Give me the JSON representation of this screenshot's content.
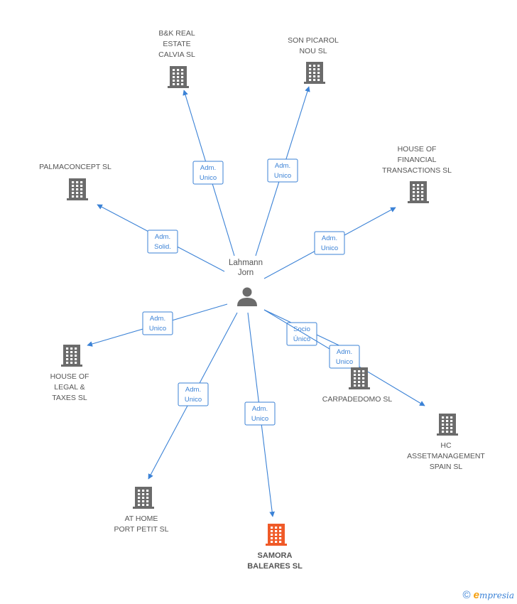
{
  "center": {
    "id": "lahmann",
    "label_lines": [
      "Lahmann",
      "Jorn"
    ]
  },
  "colors": {
    "edge": "#3b82d6",
    "building": "#6b6b6b",
    "building_highlight": "#f05a28",
    "label": "#555555"
  },
  "nodes": [
    {
      "id": "bk-real-estate",
      "label_lines": [
        "B&K REAL",
        "ESTATE",
        "CALVIA  SL"
      ],
      "highlight": false
    },
    {
      "id": "son-picarol",
      "label_lines": [
        "SON PICAROL",
        "NOU SL"
      ],
      "highlight": false
    },
    {
      "id": "palmaconcept",
      "label_lines": [
        "PALMACONCEPT SL"
      ],
      "highlight": false
    },
    {
      "id": "house-financial",
      "label_lines": [
        "HOUSE OF",
        "FINANCIAL",
        "TRANSACTIONS SL"
      ],
      "highlight": false
    },
    {
      "id": "house-legal",
      "label_lines": [
        "HOUSE OF",
        "LEGAL &",
        "TAXES SL"
      ],
      "highlight": false
    },
    {
      "id": "carpadedomo",
      "label_lines": [
        "CARPADEDOMO SL"
      ],
      "highlight": false
    },
    {
      "id": "hc-asset",
      "label_lines": [
        "HC",
        "ASSETMANAGEMENT",
        "SPAIN SL"
      ],
      "highlight": false
    },
    {
      "id": "at-home",
      "label_lines": [
        "AT HOME",
        "PORT PETIT  SL"
      ],
      "highlight": false
    },
    {
      "id": "samora",
      "label_lines": [
        "SAMORA",
        "BALEARES SL"
      ],
      "highlight": true
    }
  ],
  "edges": [
    {
      "to": "bk-real-estate",
      "label_lines": [
        "Adm.",
        "Unico"
      ]
    },
    {
      "to": "son-picarol",
      "label_lines": [
        "Adm.",
        "Unico"
      ]
    },
    {
      "to": "palmaconcept",
      "label_lines": [
        "Adm.",
        "Solid."
      ]
    },
    {
      "to": "house-financial",
      "label_lines": [
        "Adm.",
        "Unico"
      ]
    },
    {
      "to": "house-legal",
      "label_lines": [
        "Adm.",
        "Unico"
      ]
    },
    {
      "to": "carpadedomo",
      "label_lines": [
        "Socio",
        "Único"
      ]
    },
    {
      "to": "hc-asset",
      "label_lines": [
        "Adm.",
        "Unico"
      ]
    },
    {
      "to": "at-home",
      "label_lines": [
        "Adm.",
        "Unico"
      ]
    },
    {
      "to": "samora",
      "label_lines": [
        "Adm.",
        "Unico"
      ]
    }
  ],
  "footer": {
    "copyright_symbol": "©",
    "brand_initial": "e",
    "brand_rest": "mpresia"
  }
}
